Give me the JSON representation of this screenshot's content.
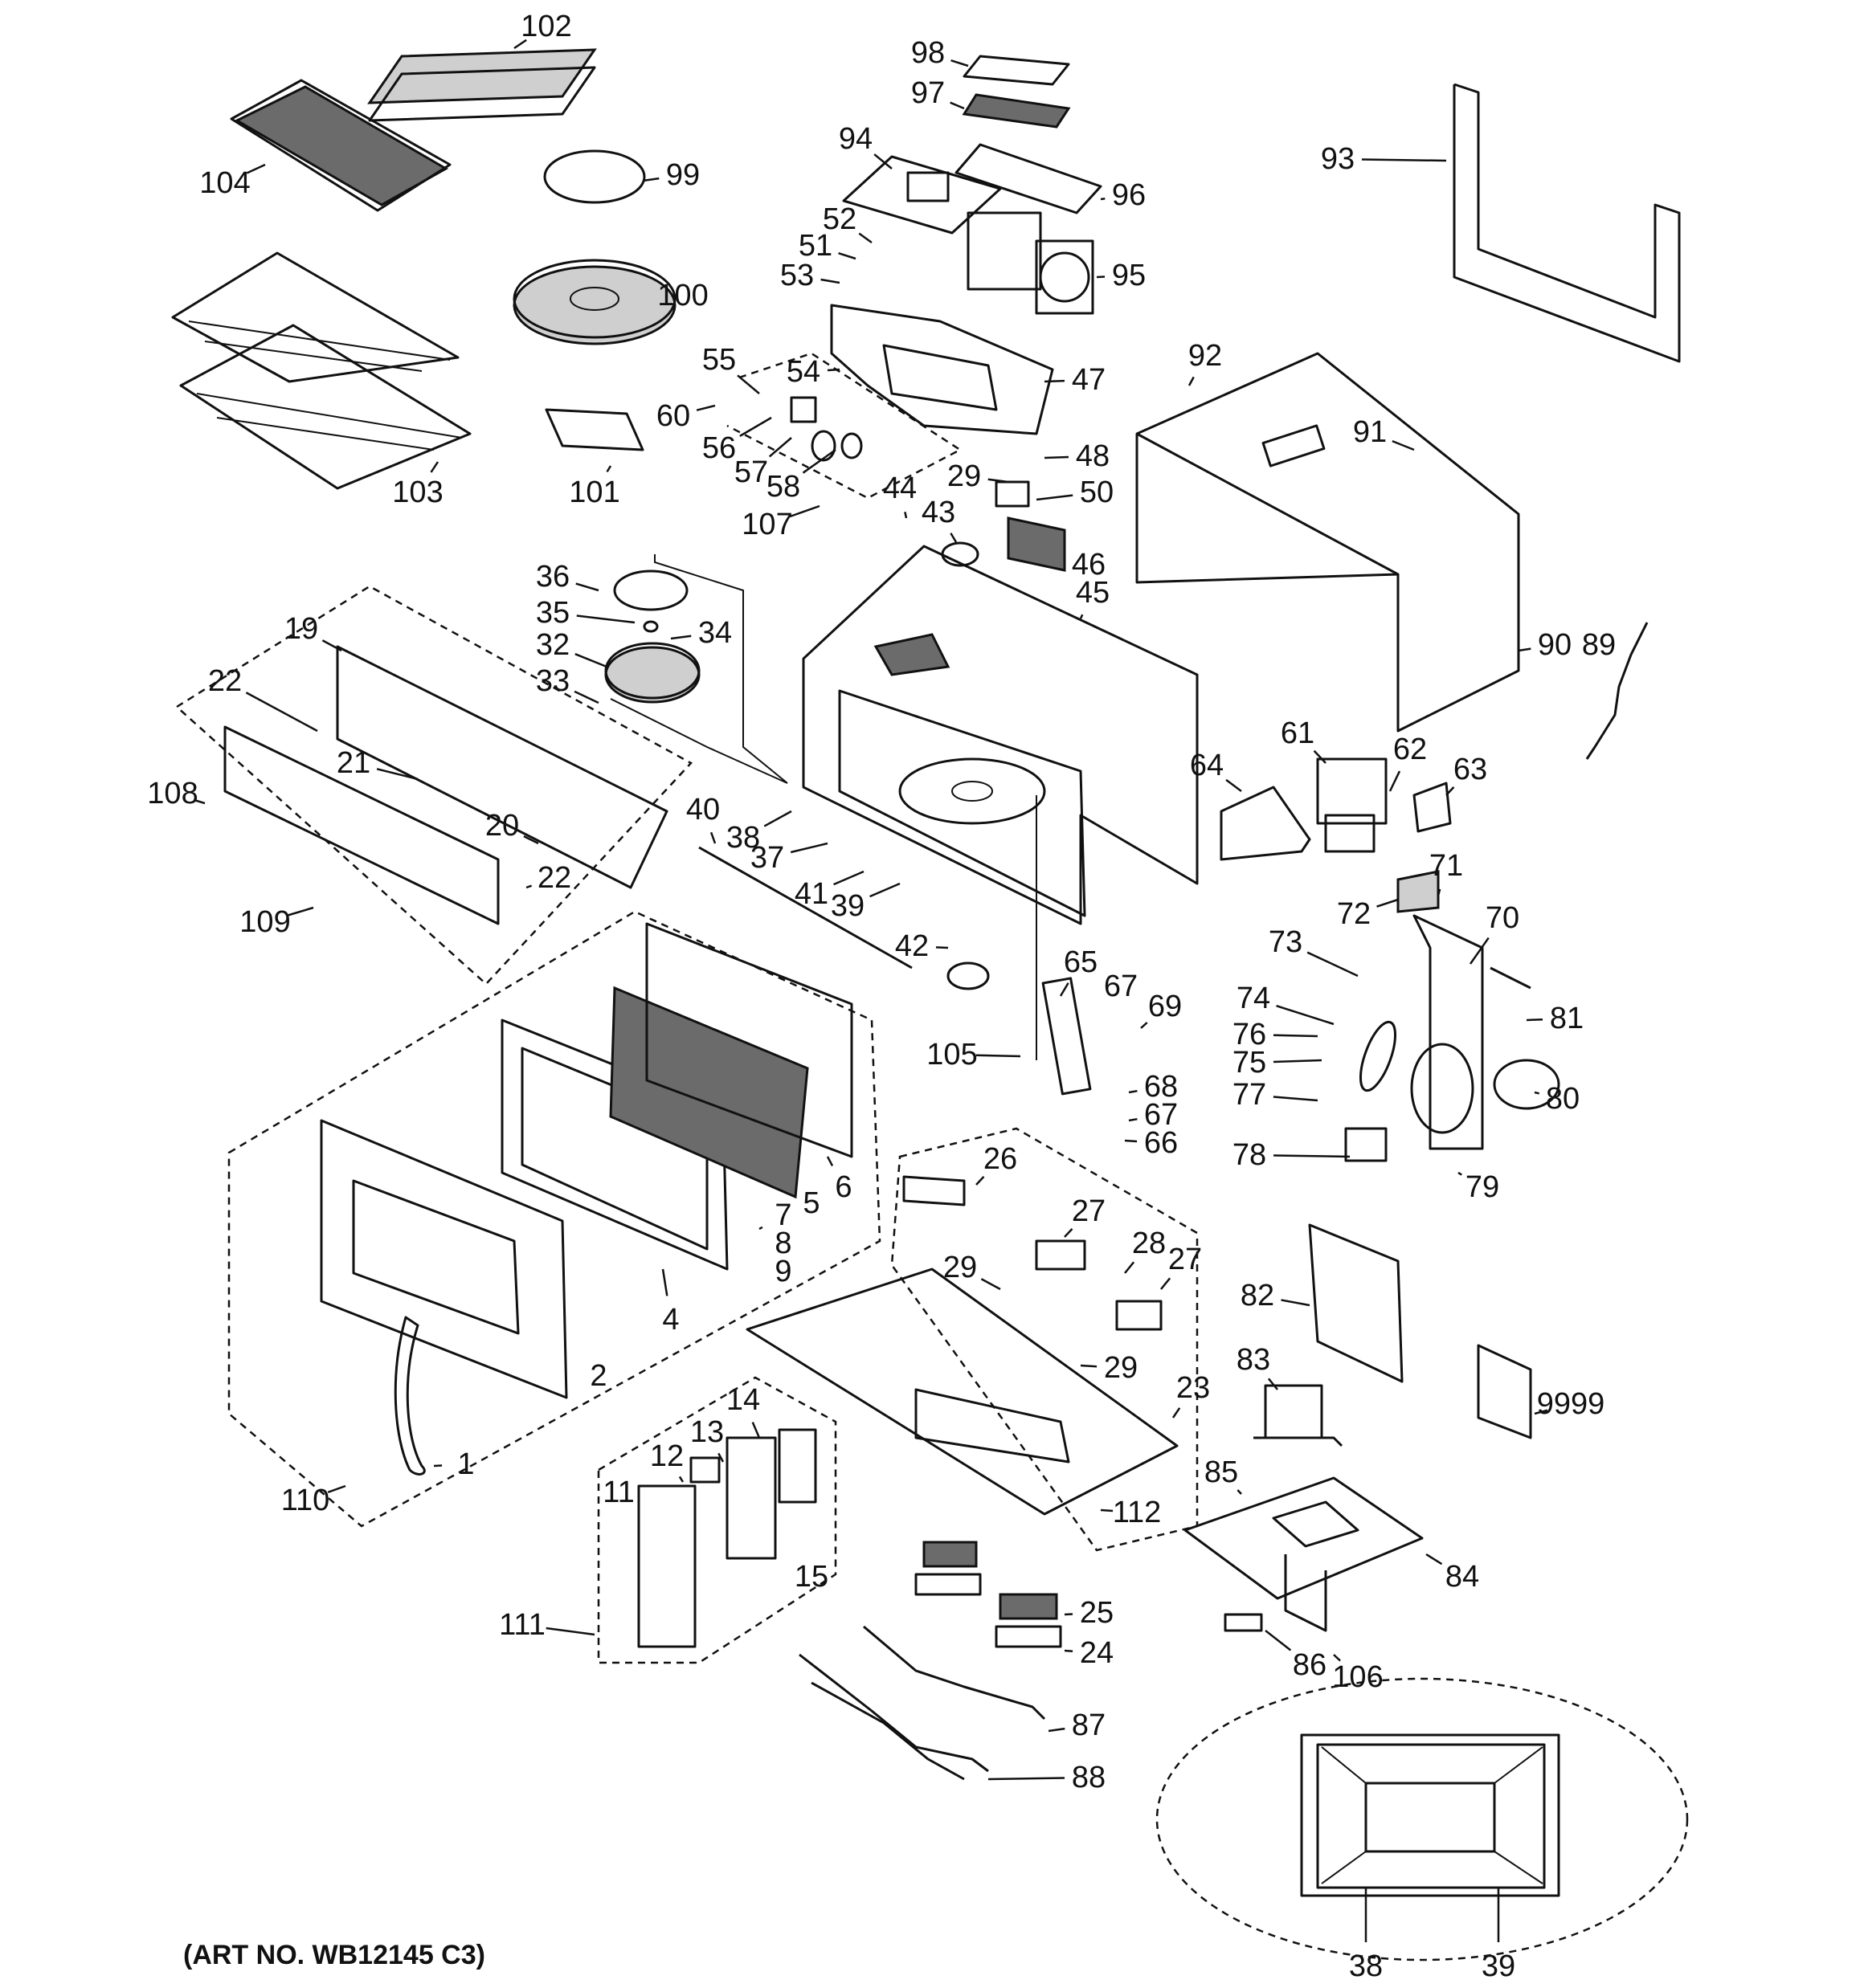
{
  "art_number": "(ART NO. WB12145 C3)",
  "labels": [
    "1",
    "2",
    "4",
    "5",
    "6",
    "7",
    "8",
    "9",
    "11",
    "12",
    "13",
    "14",
    "15",
    "19",
    "20",
    "21",
    "22",
    "23",
    "24",
    "25",
    "26",
    "27",
    "28",
    "29",
    "32",
    "33",
    "34",
    "35",
    "36",
    "37",
    "38",
    "39",
    "40",
    "41",
    "42",
    "43",
    "44",
    "45",
    "46",
    "47",
    "48",
    "50",
    "51",
    "52",
    "53",
    "54",
    "55",
    "56",
    "57",
    "58",
    "60",
    "61",
    "62",
    "63",
    "64",
    "65",
    "66",
    "67",
    "68",
    "69",
    "70",
    "71",
    "72",
    "73",
    "74",
    "75",
    "76",
    "77",
    "78",
    "79",
    "80",
    "81",
    "82",
    "83",
    "84",
    "85",
    "86",
    "87",
    "88",
    "89",
    "90",
    "91",
    "92",
    "93",
    "94",
    "95",
    "96",
    "97",
    "98",
    "99",
    "100",
    "101",
    "102",
    "103",
    "104",
    "105",
    "106",
    "107",
    "108",
    "109",
    "110",
    "111",
    "112",
    "9999"
  ]
}
